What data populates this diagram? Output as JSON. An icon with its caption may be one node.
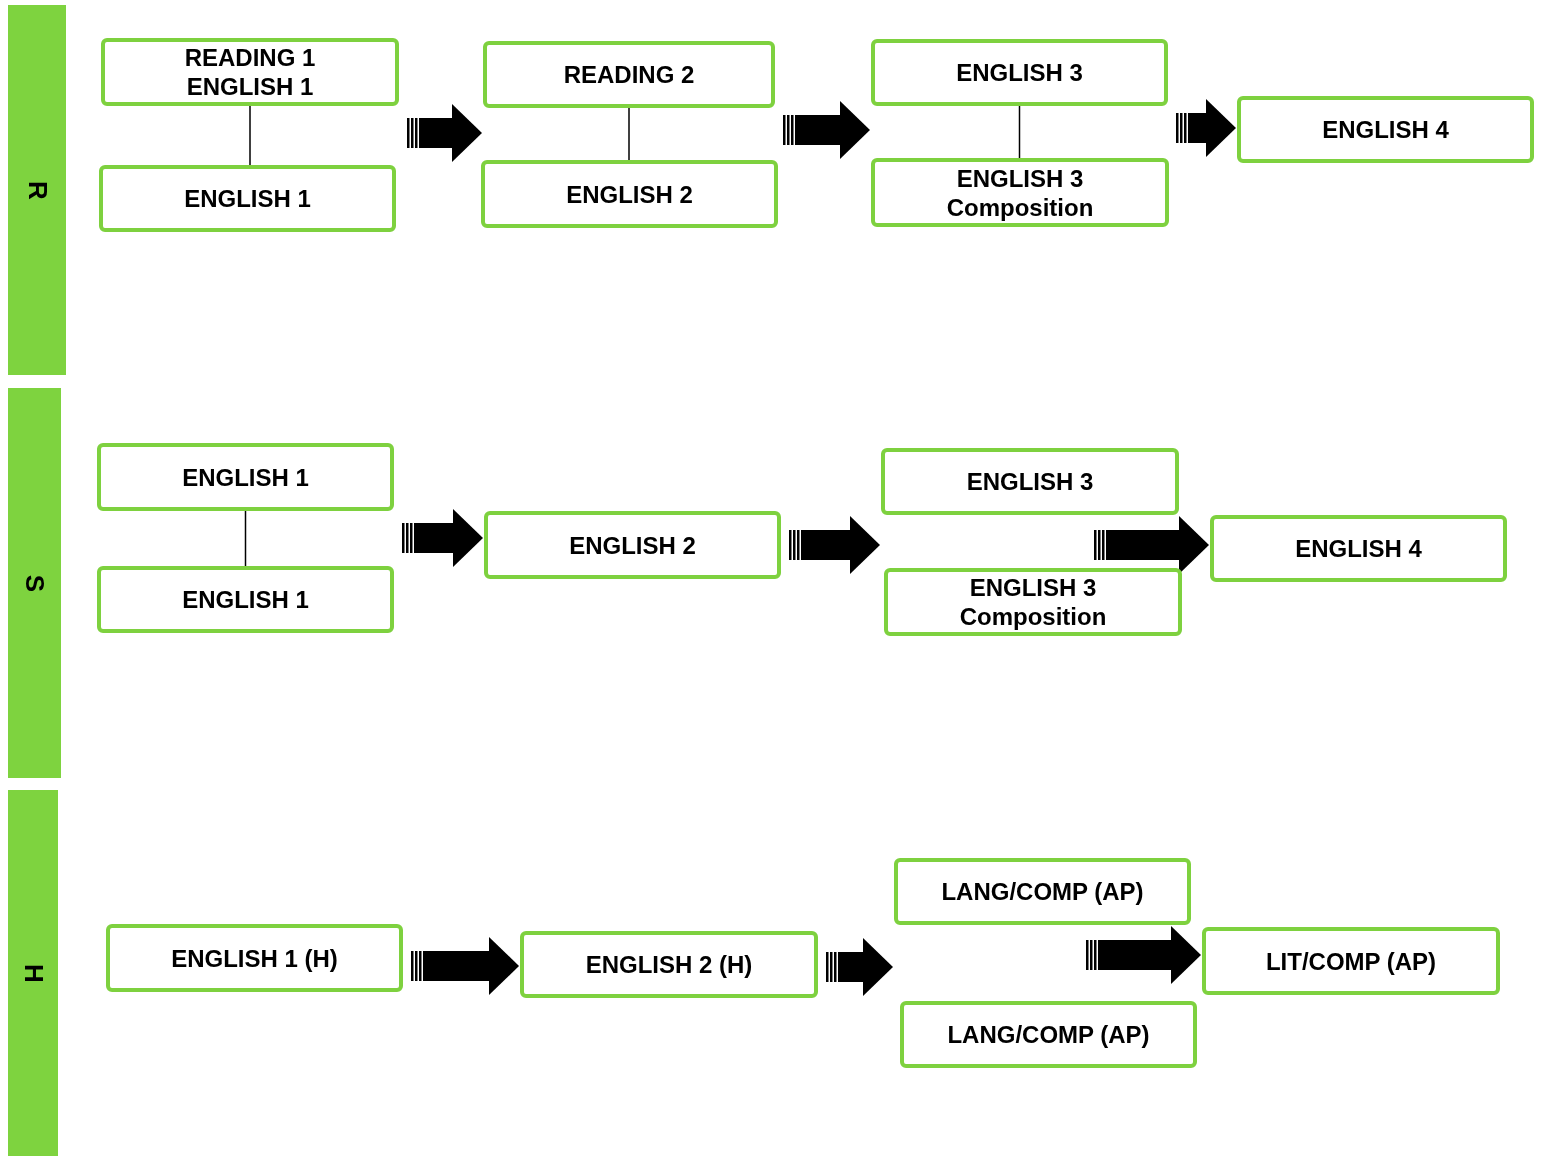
{
  "diagram": {
    "nodes": [
      {
        "text": [
          "R"
        ]
      },
      {
        "text": [
          "READING 1 ENGLISH 1"
        ]
      },
      {
        "text": [
          "ENGLISH 1"
        ]
      },
      {
        "text": [
          "READING 2"
        ]
      },
      {
        "text": [
          "ENGLISH 2"
        ]
      },
      {
        "text": [
          "ENGLISH 3"
        ]
      },
      {
        "text": [
          "ENGLISH 3 Composition"
        ]
      },
      {
        "text": [
          "ENGLISH 4"
        ]
      },
      {
        "text": [
          "S"
        ]
      },
      {
        "text": [
          "ENGLISH 1"
        ]
      },
      {
        "text": [
          "ENGLISH 1"
        ]
      },
      {
        "text": [
          "ENGLISH 2"
        ]
      },
      {
        "text": [
          "ENGLISH 3"
        ]
      },
      {
        "text": [
          "ENGLISH 3 Composition"
        ]
      },
      {
        "text": [
          "ENGLISH 4"
        ]
      },
      {
        "text": [
          "H"
        ]
      },
      {
        "text": [
          "ENGLISH 1 (H)"
        ]
      },
      {
        "text": [
          "ENGLISH 2 (H)"
        ]
      },
      {
        "text": [
          "LANG/COMP (AP)"
        ]
      },
      {
        "text": [
          "LANG/COMP (AP)"
        ]
      },
      {
        "text": [
          "LIT/COMP (AP)"
        ]
      }
    ],
    "edges": [
      {
        "from": 1,
        "to": 2,
        "arrow": "none"
      },
      {
        "from": 1,
        "to": 3,
        "arrow": "to"
      },
      {
        "from": 3,
        "to": 4,
        "arrow": "none"
      },
      {
        "from": 3,
        "to": 5,
        "arrow": "to"
      },
      {
        "from": 5,
        "to": 6,
        "arrow": "none"
      },
      {
        "from": 5,
        "to": 7,
        "arrow": "to"
      },
      {
        "from": 9,
        "to": 10,
        "arrow": "none"
      },
      {
        "from": 9,
        "to": 11,
        "arrow": "to"
      },
      {
        "from": 11,
        "to": 12,
        "arrow": "to"
      },
      {
        "from": 12,
        "to": 14,
        "arrow": "to"
      },
      {
        "from": 16,
        "to": 17,
        "arrow": "to"
      },
      {
        "from": 17,
        "to": 18,
        "arrow": "to"
      },
      {
        "from": 18,
        "to": 20,
        "arrow": "to"
      }
    ]
  }
}
